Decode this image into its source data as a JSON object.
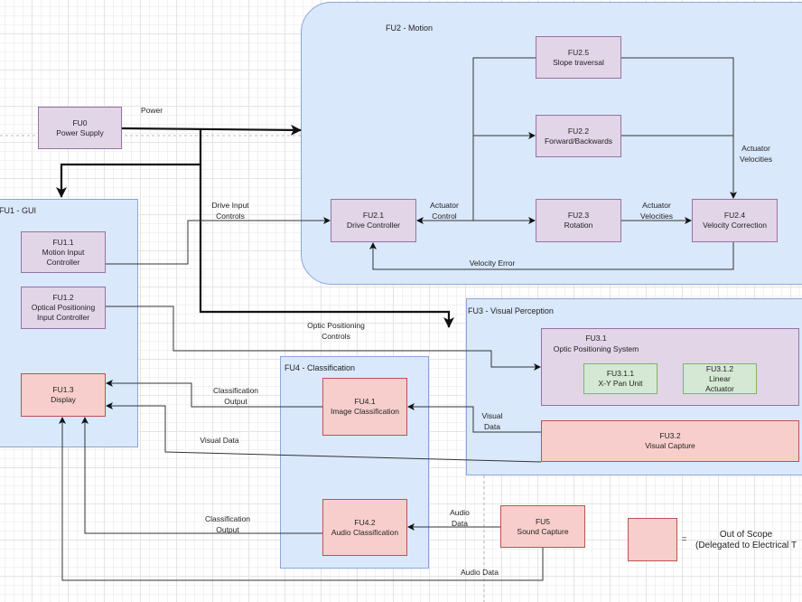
{
  "colors": {
    "container": "#dae8fc",
    "in_scope": "#e1d5e7",
    "out_of_scope": "#f8cecc",
    "subunit": "#d5e8d4"
  },
  "containers": {
    "fu2": "FU2 - Motion",
    "fu1": "FU1 - GUI",
    "fu3": "FU3 - Visual Perception",
    "fu4": "FU4 - Classification"
  },
  "blocks": {
    "fu0": "FU0\nPower Supply",
    "fu2_5": "FU2.5\nSlope traversal",
    "fu2_2": "FU2.2\nForward/Backwards",
    "fu2_1": "FU2.1\nDrive Controller",
    "fu2_3": "FU2.3\nRotation",
    "fu2_4": "FU2.4\nVelocity Correction",
    "fu1_1": "FU1.1\nMotion Input\nController",
    "fu1_2": "FU1.2\nOptical Positioning\nInput Controller",
    "fu1_3": "FU1.3\nDisplay",
    "fu3_1": "FU3.1\nOptic Positioning System",
    "fu3_1_1": "FU3.1.1\nX-Y Pan Unit",
    "fu3_1_2": "FU3.1.2\nLinear\nActuator",
    "fu3_2": "FU3.2\nVisual Capture",
    "fu4_1": "FU4.1\nImage Classification",
    "fu4_2": "FU4.2\nAudio Classification",
    "fu5": "FU5\nSound Capture"
  },
  "edge_labels": {
    "power": "Power",
    "drive_input": "Drive Input\nControls",
    "actuator_control": "Actuator\nControl",
    "actuator_velocities_1": "Actuator\nVelocities",
    "actuator_velocities_2": "Actuator\nVelocities",
    "velocity_error": "Velocity Error",
    "optic_positioning": "Optic Positioning\nControls",
    "classification_output_1": "Classification\nOutput",
    "visual_data_1": "Visual\nData",
    "visual_data_2": "Visual Data",
    "classification_output_2": "Classification\nOutput",
    "audio_data_1": "Audio\nData",
    "audio_data_2": "Audio Data"
  },
  "legend": {
    "equals": "=",
    "text": "Out of Scope\n(Delegated to Electrical T"
  }
}
